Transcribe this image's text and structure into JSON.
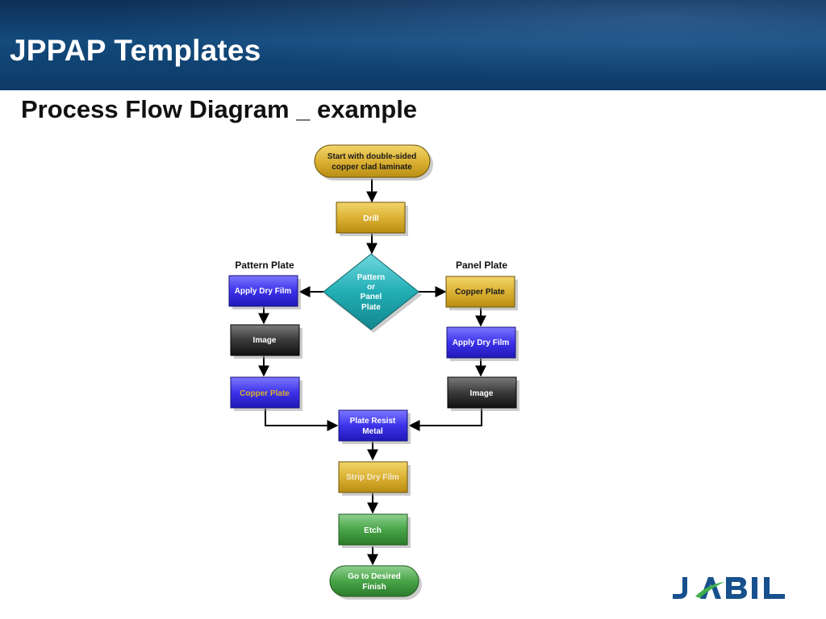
{
  "header": {
    "title": "JPPAP Templates"
  },
  "subtitle": "Process Flow Diagram _ example",
  "diagram": {
    "start": [
      "Start with double-sided",
      "copper clad laminate"
    ],
    "drill": "Drill",
    "decision": [
      "Pattern",
      "or",
      "Panel",
      "Plate"
    ],
    "branch_left_title": "Pattern Plate",
    "branch_right_title": "Panel Plate",
    "left": {
      "apply_dry_film": "Apply Dry Film",
      "image": "Image",
      "copper_plate": "Copper Plate"
    },
    "right": {
      "copper_plate": "Copper Plate",
      "apply_dry_film": "Apply Dry Film",
      "image": "Image"
    },
    "plate_resist": [
      "Plate Resist",
      "Metal"
    ],
    "strip": "Strip Dry Film",
    "etch": "Etch",
    "finish": [
      "Go to Desired",
      "Finish"
    ]
  },
  "logo": {
    "text": "JABIL"
  },
  "colors": {
    "gold": "#d9b030",
    "blue": "#3a30e6",
    "black": "#2b2b2b",
    "green": "#3f9a3f",
    "teal": "#1fa9b0",
    "header": "#134a7c",
    "logo_blue": "#17508c",
    "logo_green": "#3fae49"
  }
}
